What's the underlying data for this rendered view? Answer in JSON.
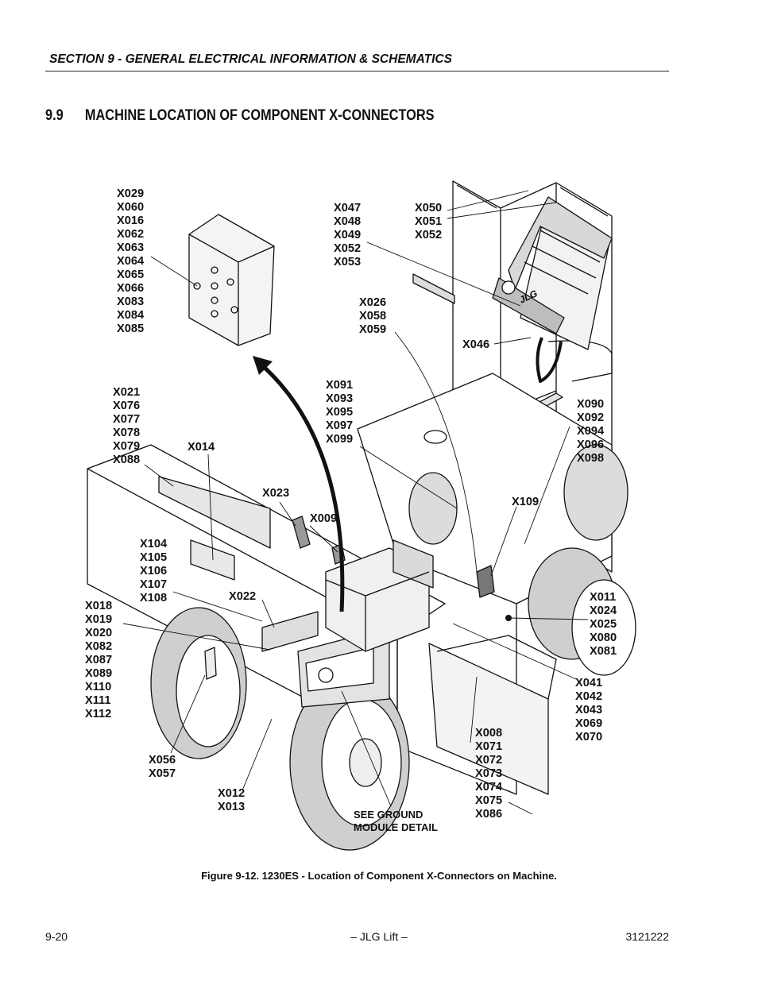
{
  "header": {
    "section": "SECTION 9 - GENERAL ELECTRICAL INFORMATION & SCHEMATICS"
  },
  "title": {
    "number": "9.9",
    "text": "MACHINE LOCATION OF COMPONENT X-CONNECTORS"
  },
  "labels": {
    "g1": [
      "X029",
      "X060",
      "X016",
      "X062",
      "X063",
      "X064",
      "X065",
      "X066",
      "X083",
      "X084",
      "X085"
    ],
    "g2": [
      "X047",
      "X048",
      "X049",
      "X052",
      "X053"
    ],
    "g3": [
      "X050",
      "X051",
      "X052"
    ],
    "g4": [
      "X026",
      "X058",
      "X059"
    ],
    "g5": [
      "X046"
    ],
    "g6": [
      "X021",
      "X076",
      "X077",
      "X078",
      "X079",
      "X088"
    ],
    "g7": [
      "X014"
    ],
    "g8": [
      "X091",
      "X093",
      "X095",
      "X097",
      "X099"
    ],
    "g9": [
      "X090",
      "X092",
      "X094",
      "X096",
      "X098"
    ],
    "g10": [
      "X023"
    ],
    "g11": [
      "X009"
    ],
    "g12": [
      "X109"
    ],
    "g13": [
      "X104",
      "X105",
      "X106",
      "X107",
      "X108"
    ],
    "g14": [
      "X022"
    ],
    "g15": [
      "X018",
      "X019",
      "X020",
      "X082",
      "X087",
      "X089",
      "X110",
      "X111",
      "X112"
    ],
    "g16": [
      "X011",
      "X024",
      "X025",
      "X080",
      "X081"
    ],
    "g17": [
      "X041",
      "X042",
      "X043",
      "X069",
      "X070"
    ],
    "g18": [
      "X008",
      "X071",
      "X072",
      "X073",
      "X074",
      "X075",
      "X086"
    ],
    "g19": [
      "X056",
      "X057"
    ],
    "g20": [
      "X012",
      "X013"
    ],
    "g21": [
      "SEE GROUND",
      "MODULE DETAIL"
    ]
  },
  "figure": {
    "caption": "Figure 9-12.  1230ES - Location of Component X-Connectors on Machine."
  },
  "footer": {
    "left": "9-20",
    "center": "– JLG Lift –",
    "right": "3121222"
  },
  "brand": {
    "logo": "JLG"
  }
}
